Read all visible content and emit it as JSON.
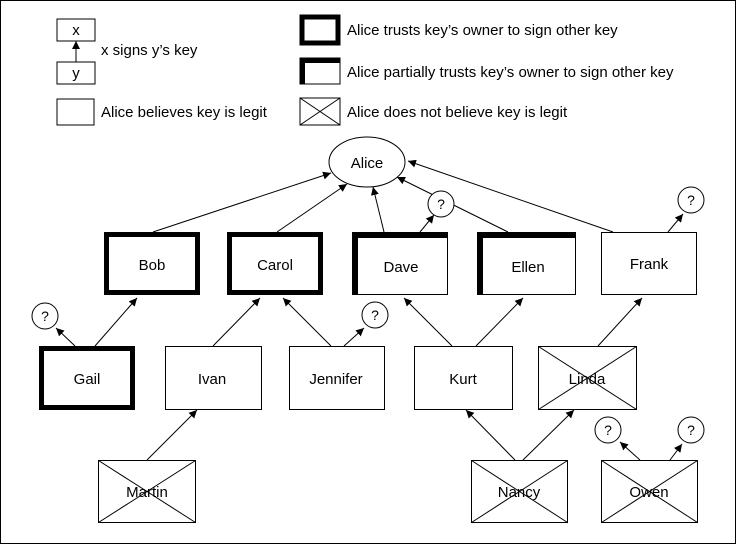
{
  "legend": {
    "x_box": "x",
    "y_box": "y",
    "signs_text": "x signs y’s key",
    "legit_text": "Alice believes key is legit",
    "full_trust_text": "Alice trusts key’s owner to sign other key",
    "partial_trust_text": "Alice partially trusts key’s owner to sign other key",
    "not_legit_text": "Alice does not believe key is legit"
  },
  "nodes": {
    "alice": "Alice",
    "bob": "Bob",
    "carol": "Carol",
    "dave": "Dave",
    "ellen": "Ellen",
    "frank": "Frank",
    "gail": "Gail",
    "ivan": "Ivan",
    "jennifer": "Jennifer",
    "kurt": "Kurt",
    "linda": "Linda",
    "martin": "Martin",
    "nancy": "Nancy",
    "owen": "Owen"
  },
  "unknown_marker": "?",
  "colors": {
    "stroke": "#000000",
    "background": "#ffffff"
  }
}
